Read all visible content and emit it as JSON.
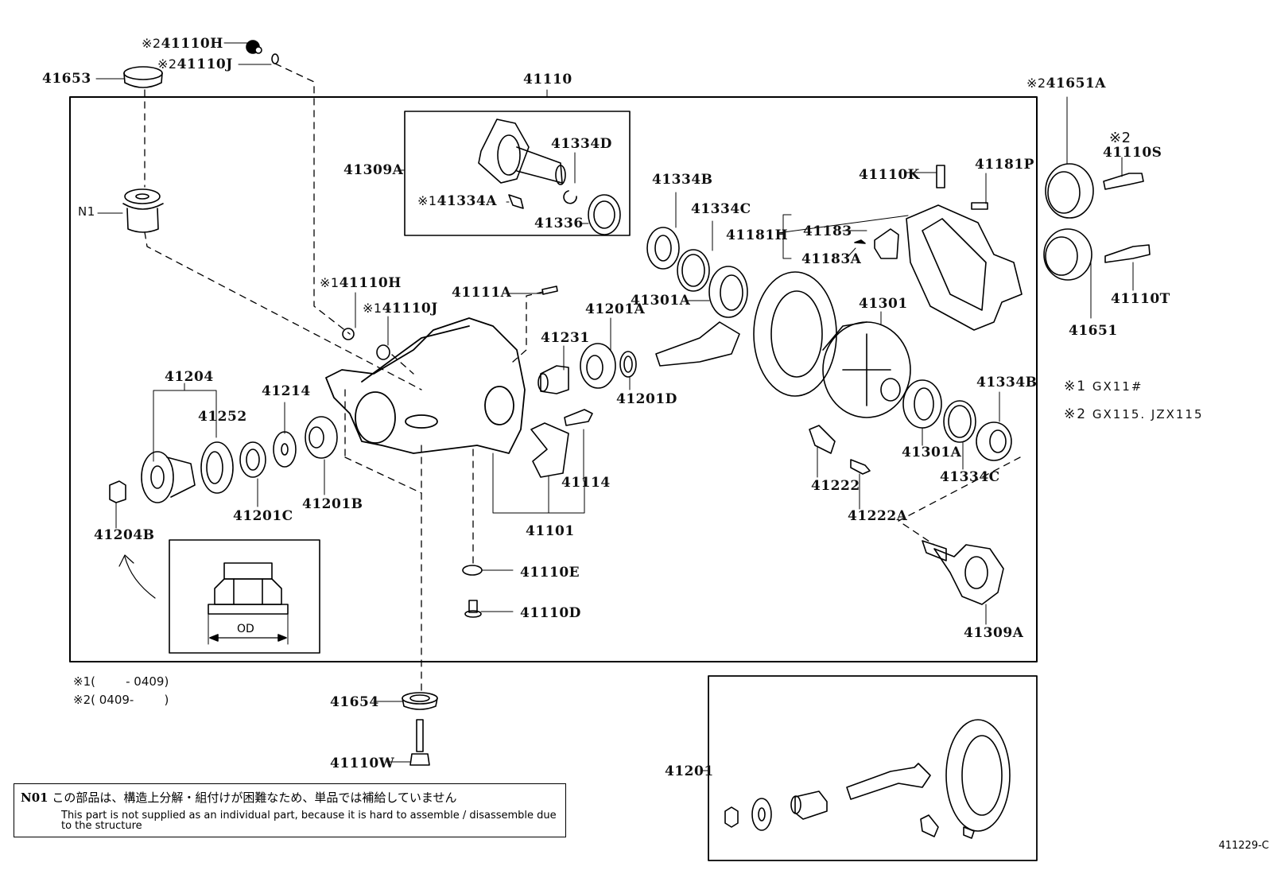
{
  "diagram": {
    "main_assembly_label": "41110",
    "figure_code": "411229-C",
    "legend": [
      {
        "mark": "※1",
        "text": "GX11#"
      },
      {
        "mark": "※2",
        "text": "GX115. JZX115"
      }
    ],
    "date_notes": [
      {
        "mark": "※1",
        "text": "(        - 0409)"
      },
      {
        "mark": "※2",
        "text": "( 0409-        )"
      }
    ],
    "note_box": {
      "code": "N01",
      "japanese": "この部品は、構造上分解・組付けが困難なため、単品では補給していません",
      "english": "This part is not supplied as an individual part, because it is hard to assemble / disassemble due to the structure"
    },
    "inset_nut_dimension_label": "OD",
    "parts": {
      "p41653": "41653",
      "p41110H_top": {
        "mark": "※2",
        "num": "41110H"
      },
      "p41110J_top": {
        "mark": "※2",
        "num": "41110J"
      },
      "pN1": "N1",
      "p41309A_top": "41309A",
      "p41334D": "41334D",
      "p41334A": {
        "mark": "※1",
        "num": "41334A"
      },
      "p41336": "41336",
      "p41334B_top": "41334B",
      "p41334C_top": "41334C",
      "p41181H": "41181H",
      "p41183": "41183",
      "p41183A": "41183A",
      "p41110K": "41110K",
      "p41181P": "41181P",
      "p41651A": {
        "mark": "※2",
        "num": "41651A"
      },
      "p41110S": {
        "mark": "※2",
        "num": "41110S"
      },
      "p41110T": "41110T",
      "p41651": "41651",
      "p41110H_mid": {
        "mark": "※1",
        "num": "41110H"
      },
      "p41110J_mid": {
        "mark": "※1",
        "num": "41110J"
      },
      "p41111A": "41111A",
      "p41301A_top": "41301A",
      "p41201A": "41201A",
      "p41231": "41231",
      "p41201D": "41201D",
      "p41301": "41301",
      "p41334B_bot": "41334B",
      "p41204": "41204",
      "p41252": "41252",
      "p41214": "41214",
      "p41201C": "41201C",
      "p41201B": "41201B",
      "p41204B": "41204B",
      "p41114": "41114",
      "p41101": "41101",
      "p41110E": "41110E",
      "p41110D": "41110D",
      "p41301A_bot": "41301A",
      "p41334C_bot": "41334C",
      "p41222": "41222",
      "p41222A": "41222A",
      "p41309A_bot": "41309A",
      "p41654": "41654",
      "p41110W": "41110W",
      "p41201": "41201"
    }
  }
}
